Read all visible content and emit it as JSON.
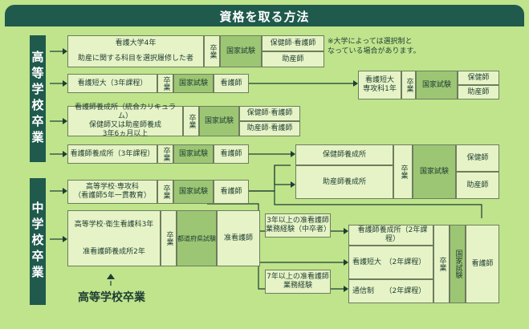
{
  "title": "資格を取る方法",
  "section_high": "高等学校卒業",
  "section_middle": "中学校卒業",
  "note": "※大学によっては選択制と\nなっている場合があります。",
  "bottom_label": "高等学校卒業",
  "r1": {
    "course_a": "看護大学4年",
    "course_b": "助産に関する科目を選択履修した者",
    "grad": "卒業",
    "exam": "国家試験",
    "q1": "保健師·看護師",
    "q2": "助産師"
  },
  "r2": {
    "course": "看護短大（3年課程）",
    "grad": "卒業",
    "exam": "国家試験",
    "q": "看護師"
  },
  "r2b": {
    "course": "看護短大\n専攻科1年",
    "grad": "卒業",
    "exam": "国家試験",
    "q1": "保健師",
    "q2": "助産師"
  },
  "r3": {
    "course": "看護師養成所（統合カリキュラム）\n保健師又は助産師養成\n3年6ヵ月以上",
    "grad": "卒業",
    "exam": "国家試験",
    "q1": "保健師·看護師",
    "q2": "助産師·看護師"
  },
  "r4": {
    "course": "看護師養成所（3年課程）",
    "grad": "卒業",
    "exam": "国家試験",
    "q": "看護師"
  },
  "r5": {
    "course": "高等学校·専攻科\n（看護師5年一貫教育）",
    "grad": "卒業",
    "exam": "国家試験",
    "q": "看護師"
  },
  "r6": {
    "course_a": "高等学校·衛生看護科3年",
    "course_b": "准看護師養成所2年",
    "grad": "卒業",
    "exam": "都道府県試験",
    "q": "准看護師"
  },
  "mid": {
    "c1": "保健師養成所",
    "c2": "助産師養成所",
    "grad": "卒業",
    "exam": "国家試験",
    "q1": "保健師",
    "q2": "助産師"
  },
  "exp1": "3年以上の准看護師\n業務経験（中卒者）",
  "exp2": "7年以上の准看護師\n業務経験",
  "bot": {
    "c1": "看護師養成所（2年課程）",
    "c2": "看護短大　（2年課程）",
    "c3": "通信制　　（2年課程）",
    "grad": "卒業",
    "exam": "国家試験",
    "q": "看護師"
  }
}
